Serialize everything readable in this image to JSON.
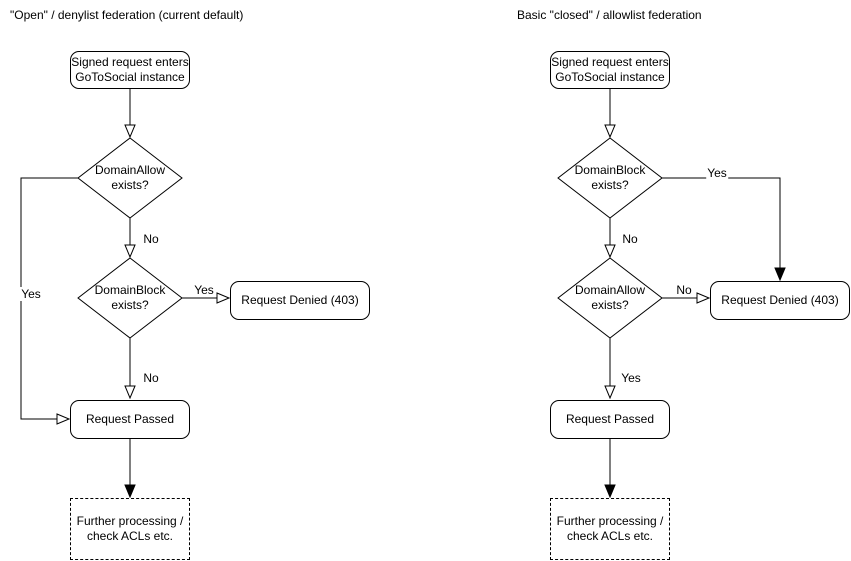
{
  "colors": {
    "stroke": "#000000",
    "background": "#ffffff",
    "text": "#000000"
  },
  "left": {
    "title": "\"Open\" / denylist federation (current default)",
    "nodes": {
      "start": "Signed request enters\nGoToSocial instance",
      "decision1": "DomainAllow\nexists?",
      "decision2": "DomainBlock\nexists?",
      "denied": "Request Denied (403)",
      "passed": "Request Passed",
      "further": "Further processing /\ncheck ACLs etc."
    },
    "edge_labels": {
      "decision1_yes": "Yes",
      "decision1_no": "No",
      "decision2_yes": "Yes",
      "decision2_no": "No"
    }
  },
  "right": {
    "title": "Basic \"closed\" / allowlist federation",
    "nodes": {
      "start": "Signed request enters\nGoToSocial instance",
      "decision1": "DomainBlock\nexists?",
      "decision2": "DomainAllow\nexists?",
      "denied": "Request Denied (403)",
      "passed": "Request Passed",
      "further": "Further processing /\ncheck ACLs etc."
    },
    "edge_labels": {
      "decision1_yes": "Yes",
      "decision1_no": "No",
      "decision2_no": "No",
      "decision2_yes": "Yes"
    }
  }
}
